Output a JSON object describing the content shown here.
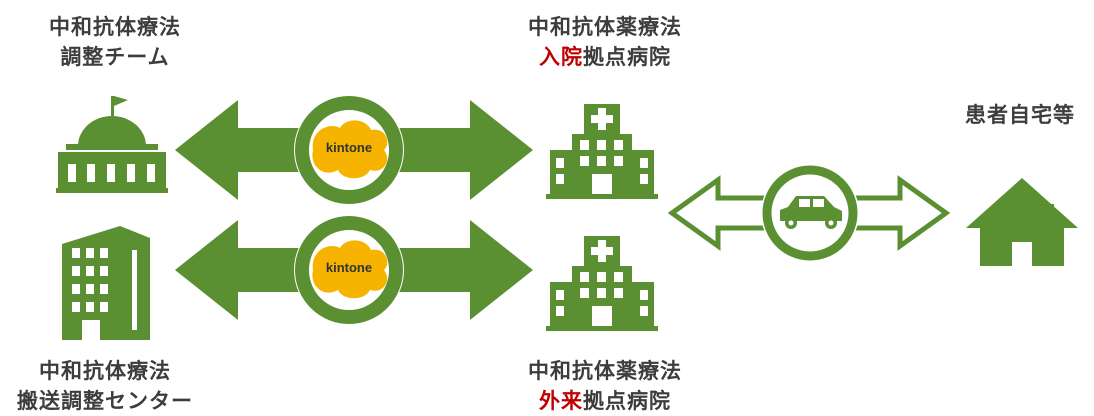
{
  "labels": {
    "coordination_team": [
      "中和抗体療法",
      "調整チーム"
    ],
    "transport_center": [
      "中和抗体療法",
      "搬送調整センター"
    ],
    "inpatient_hospital": {
      "line1": "中和抗体薬療法",
      "red": "入院",
      "rest": "拠点病院"
    },
    "outpatient_hospital": {
      "line1": "中和抗体薬療法",
      "red": "外来",
      "rest": "拠点病院"
    },
    "home": "患者自宅等"
  },
  "badges": {
    "top": "kintone",
    "bottom": "kintone"
  },
  "colors": {
    "green": "#5a8f32",
    "kintone_yellow": "#f6b400",
    "text_red": "#c00000",
    "text": "#3d3d3d"
  },
  "icons": [
    "government-building-icon",
    "office-building-icon",
    "hospital-icon",
    "hospital-icon",
    "car-icon",
    "house-icon"
  ]
}
